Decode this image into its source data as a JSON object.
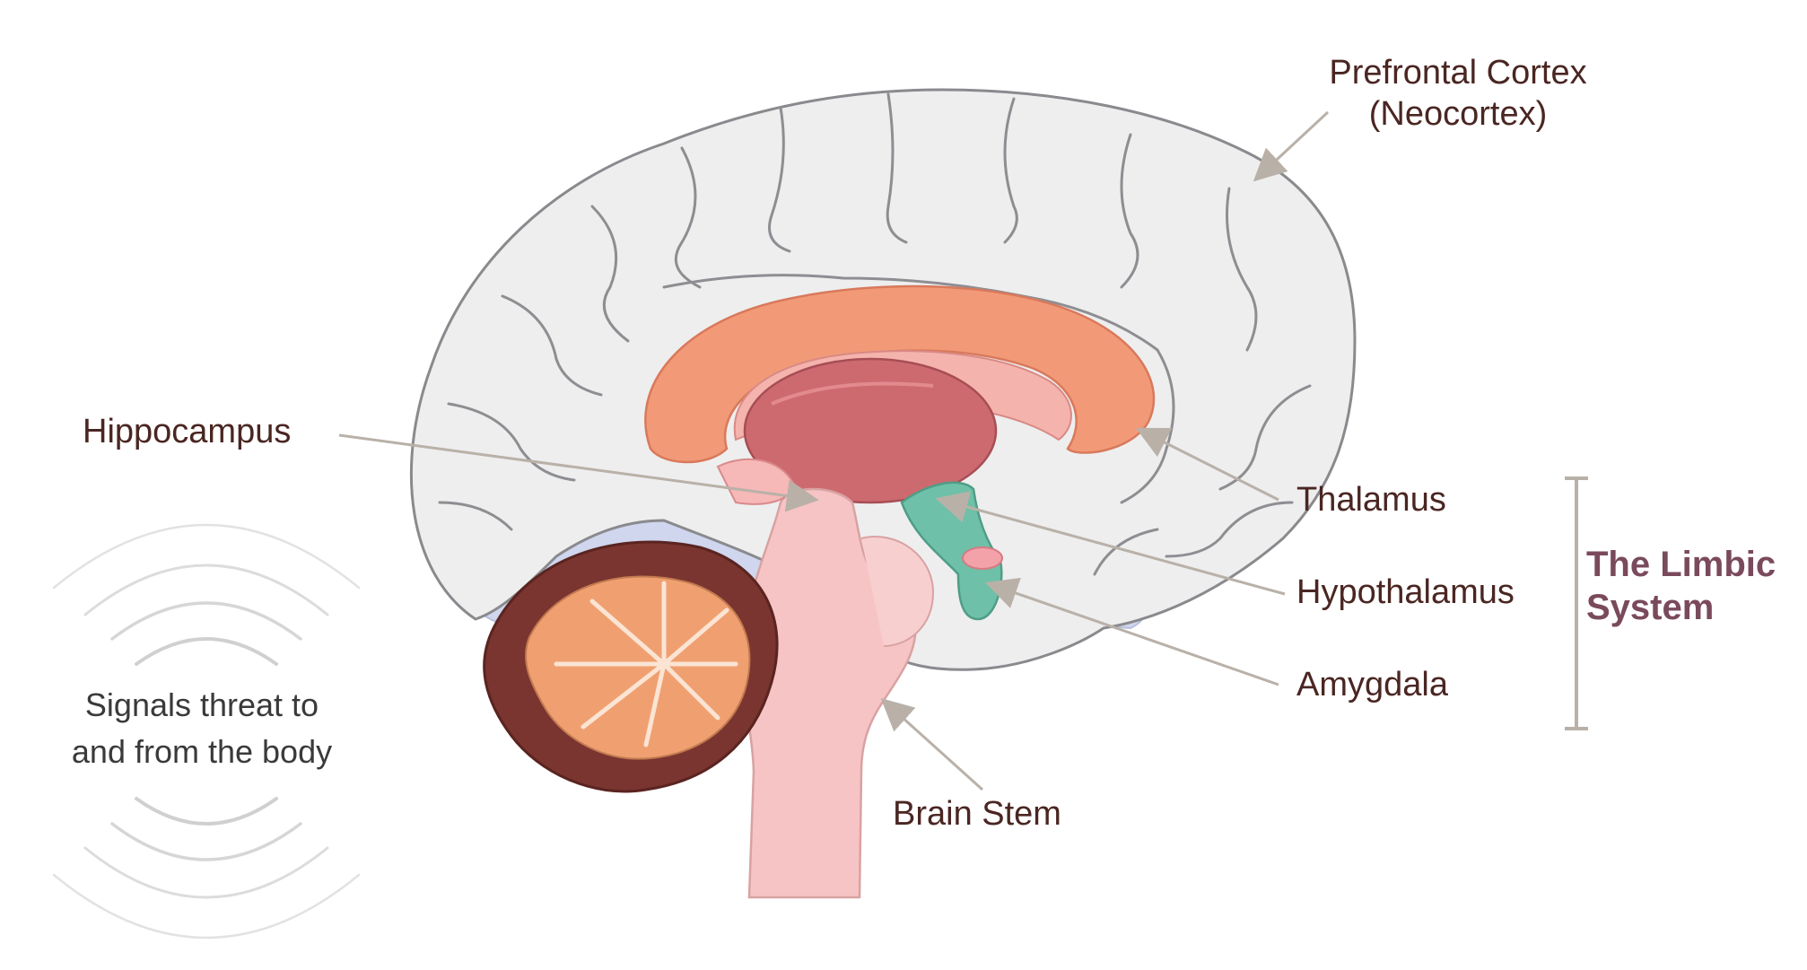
{
  "labels": {
    "prefrontal_cortex_line1": "Prefrontal Cortex",
    "prefrontal_cortex_line2": "(Neocortex)",
    "hippocampus": "Hippocampus",
    "thalamus": "Thalamus",
    "hypothalamus": "Hypothalamus",
    "amygdala": "Amygdala",
    "brain_stem": "Brain Stem"
  },
  "limbic_system": {
    "line1": "The Limbic",
    "line2": "System"
  },
  "signals": {
    "line1": "Signals threat to",
    "line2": "and from the body"
  },
  "colors": {
    "label_text": "#4a2622",
    "limbic_text": "#7a4a5c",
    "leader_line": "#b9b1a8",
    "cortex": "#eeeeef",
    "limbic_orange": "#f29a78",
    "thalamus_red": "#cd6a70",
    "amygdala_teal": "#6fc0a8",
    "cerebellum_brown": "#7a3530",
    "cerebellum_orange": "#f0a070",
    "brainstem_pink": "#f6c4c4",
    "ventricle_lavender": "#cfd6ee"
  },
  "icons": {
    "signal_waves": "signal-waves-icon"
  }
}
